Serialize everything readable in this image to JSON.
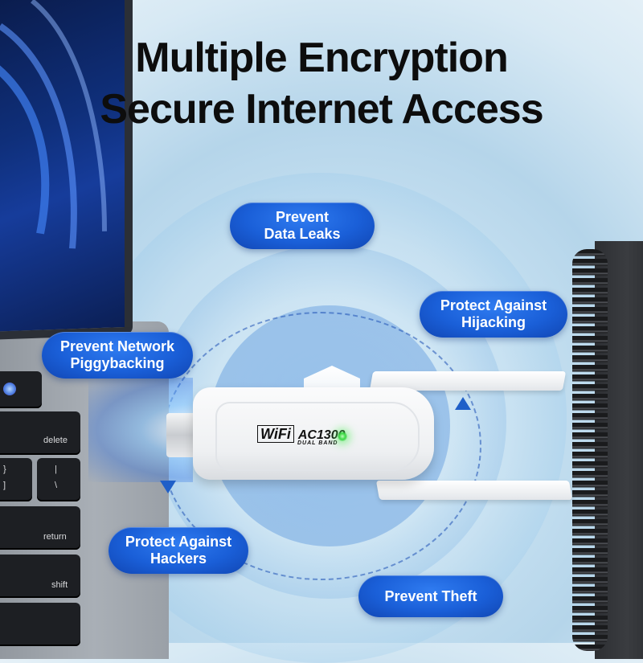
{
  "headline": {
    "line1": "Multiple Encryption",
    "line2": "Secure Internet Access"
  },
  "features": [
    {
      "line1": "Prevent",
      "line2": "Data Leaks"
    },
    {
      "line1": "Protect Against",
      "line2": "Hijacking"
    },
    {
      "line1": "Prevent Network",
      "line2": "Piggybacking"
    },
    {
      "line1": "Protect Against",
      "line2": "Hackers"
    },
    {
      "line1": "Prevent Theft",
      "line2": ""
    }
  ],
  "device": {
    "brand": "WiFi",
    "model": "AC1300",
    "band": "DUAL BAND"
  },
  "keyboard": {
    "delete": "delete",
    "return": "return",
    "shift": "shift",
    "brace_open": "}",
    "bracket_close": "]",
    "pipe": "|",
    "backslash": "\\"
  },
  "colors": {
    "pill": "#1a5fd8",
    "background": "#c9e2f2",
    "headline": "#0d0d0d",
    "led": "#39d943"
  }
}
